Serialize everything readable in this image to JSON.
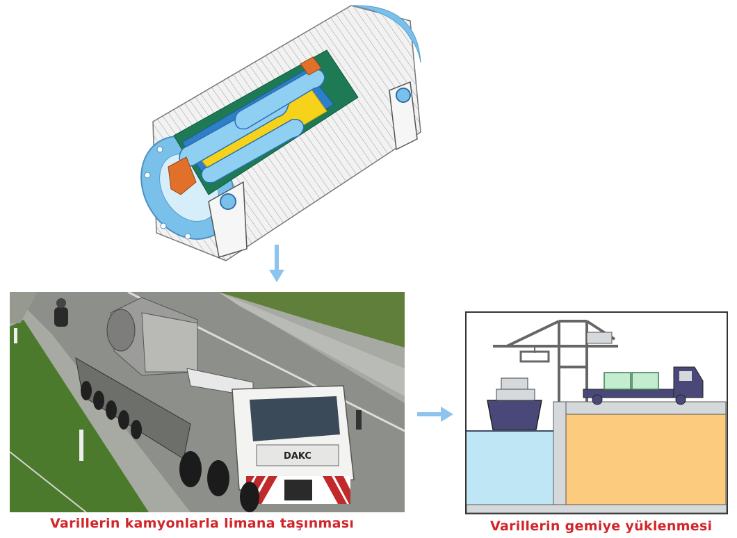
{
  "captions": {
    "truck_transport": "Varillerin kamyonlarla limana taşınması",
    "ship_loading": "Varillerin gemiye yüklenmesi"
  },
  "truck_plate": "DAKC",
  "colors": {
    "caption_red": "#d2252a",
    "arrow_blue": "#8cc4ef",
    "water_blue": "#bfe6f5",
    "dock_orange": "#fccb7e",
    "ship_navy": "#4a4878",
    "cask_shell": "#f0f0f0",
    "cask_flange": "#79c0ea",
    "cask_green": "#1d7a55",
    "cask_blue": "#2f7ec8",
    "cask_yellow": "#f6d21a",
    "cask_orange": "#e0702a"
  },
  "icons": [
    "down-arrow-icon",
    "right-arrow-icon",
    "crane-icon",
    "ship-icon",
    "truck-icon",
    "container-icon"
  ]
}
